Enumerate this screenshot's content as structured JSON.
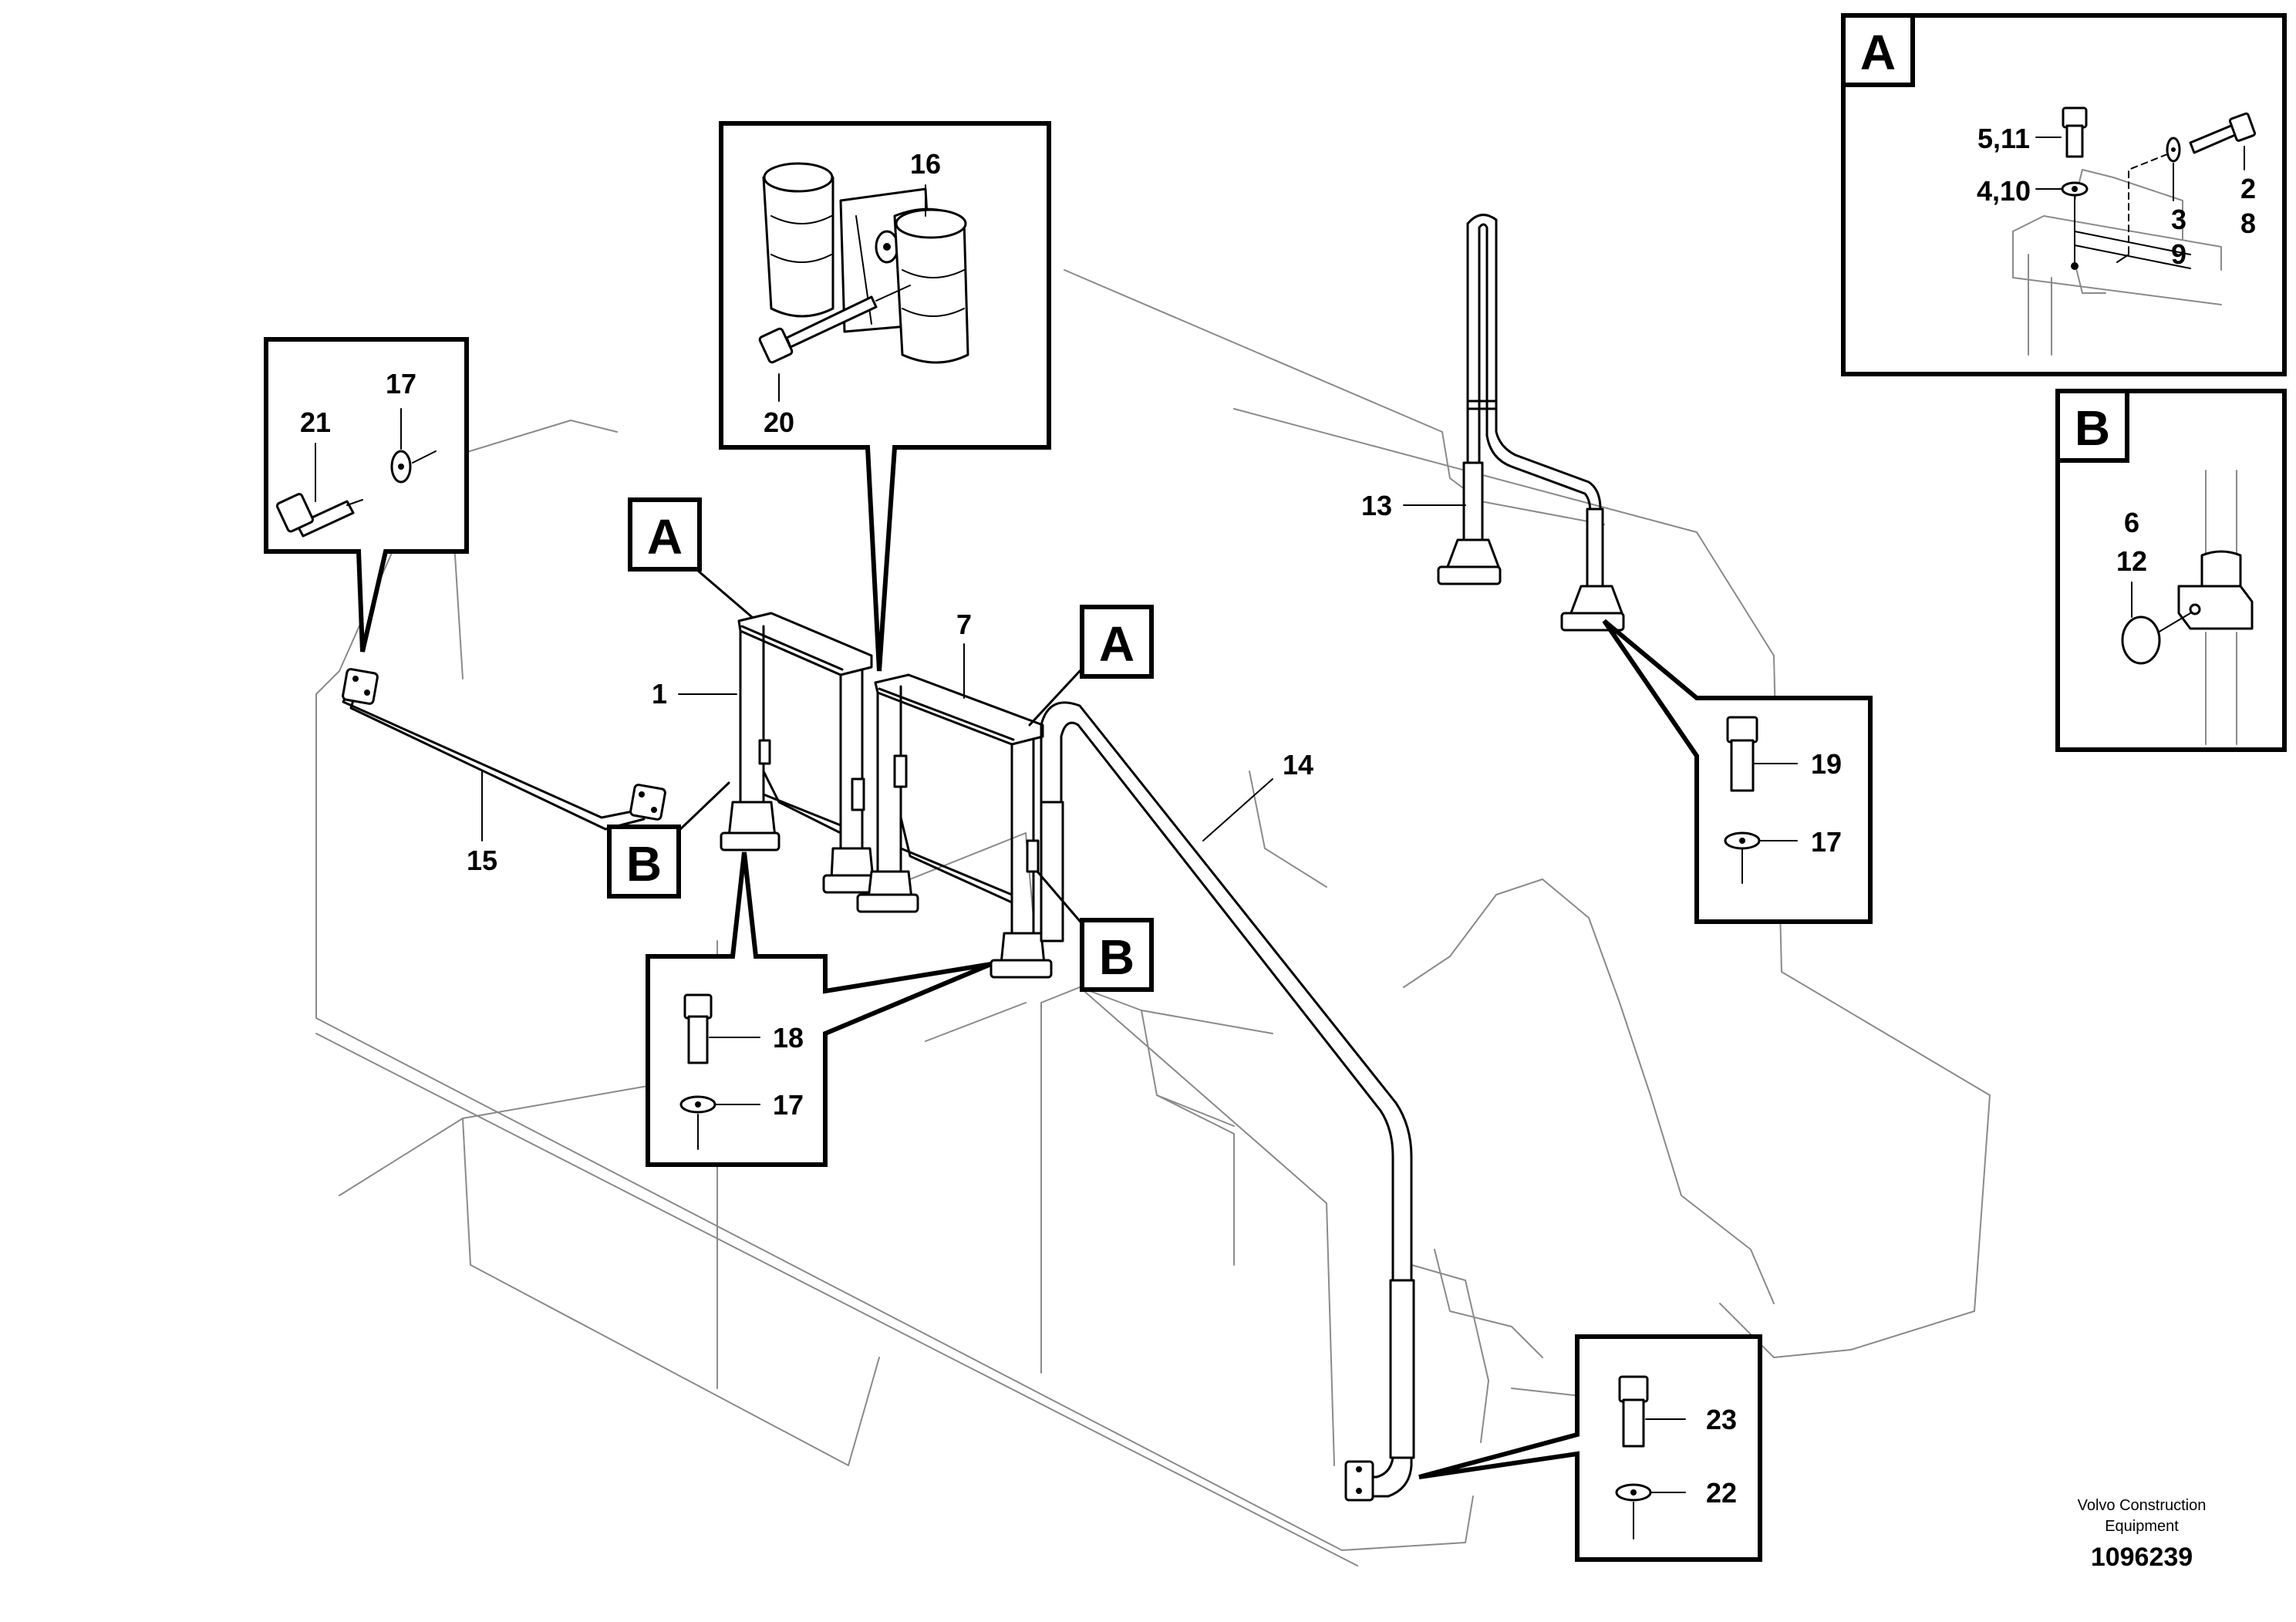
{
  "labels": {
    "p1": "1",
    "p7": "7",
    "p13": "13",
    "p14": "14",
    "p15": "15",
    "p16": "16",
    "p20": "20",
    "p21": "21",
    "p17_top": "17",
    "p18": "18",
    "p17_mid": "17",
    "p19": "19",
    "p17_right": "17",
    "p23": "23",
    "p22": "22",
    "a_5_11": "5,11",
    "a_4_10": "4,10",
    "a_3": "3",
    "a_9": "9",
    "a_2": "2",
    "a_8": "8",
    "b_6": "6",
    "b_12": "12"
  },
  "letters": {
    "inset_a": "A",
    "inset_b": "B",
    "tag_a_left": "A",
    "tag_a_right": "A",
    "tag_b_left": "B",
    "tag_b_mid": "B"
  },
  "footer": {
    "company_line1": "Volvo Construction",
    "company_line2": "Equipment",
    "drawing_number": "1096239"
  }
}
